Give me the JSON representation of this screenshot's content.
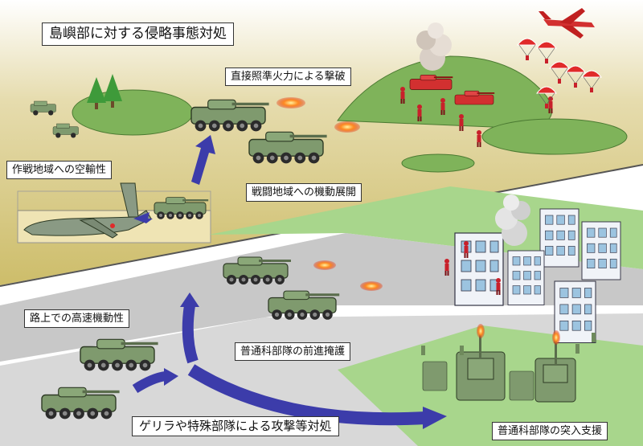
{
  "title": "島嶼部に対する侵略事態対処",
  "labels": {
    "direct_fire": "直接照準火力による撃破",
    "air_transport": "作戦地域への空輸性",
    "maneuver_deploy": "戦闘地域への機動展開",
    "road_mobility": "路上での高速機動性",
    "infantry_cover": "普通科部隊の前進掩護",
    "guerrilla": "ゲリラや特殊部隊による攻撃等対処",
    "assault_support": "普通科部隊の突入支援"
  },
  "colors": {
    "sky": "#ffffff",
    "field": "#d8c878",
    "hill": "#7fb35a",
    "vehicle": "#7f9a6e",
    "arrow": "#3c3caa",
    "enemy": "#c8202a",
    "road": "#c8c8c8",
    "grass": "#a8d68c"
  }
}
